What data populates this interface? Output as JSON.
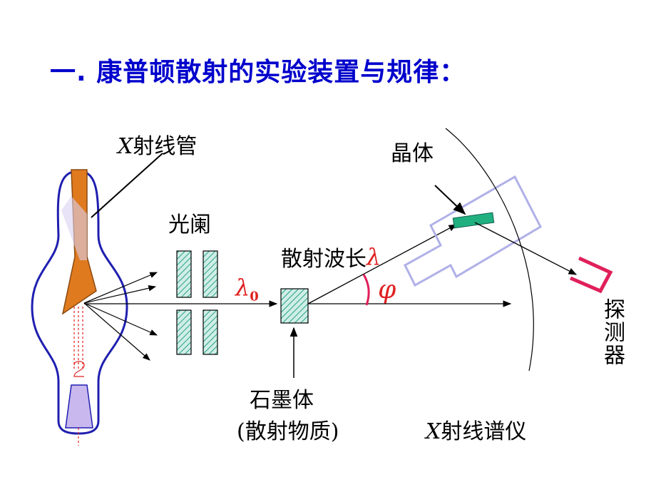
{
  "title": "一. 康普顿散射的实验装置与规律：",
  "labels": {
    "xray_tube_x": "X",
    "xray_tube": "射线管",
    "aperture": "光阑",
    "scattered_wavelength": "散射波长",
    "lambda": "λ",
    "lambda0": "λ",
    "lambda0_sub": "0",
    "phi": "φ",
    "crystal": "晶体",
    "graphite": "石墨体",
    "scatter_material": "(散射物质)",
    "spectrometer_x": "X",
    "spectrometer": "射线谱仪",
    "detector": "探测器"
  },
  "colors": {
    "title": "#0000cc",
    "tube_outline": "#1f1fb0",
    "electrode": "#e07a1f",
    "hatch": "#2aa088",
    "crystal": "#20b080",
    "detector": "#e0205a",
    "lambda": "#e02020",
    "spectrometer_frame": "#b0b0e8"
  }
}
